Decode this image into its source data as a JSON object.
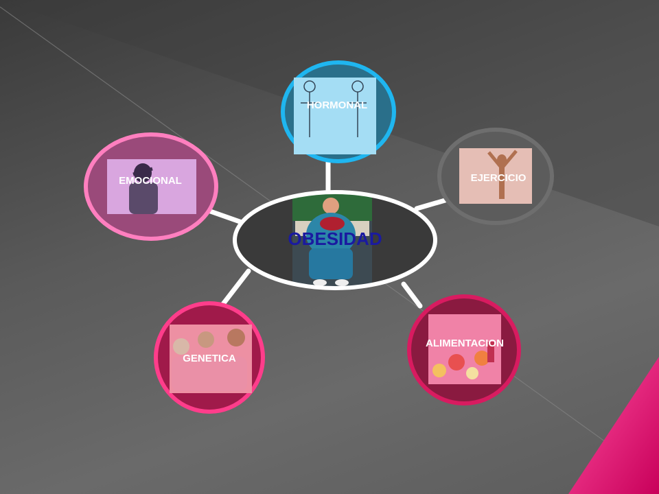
{
  "diagram": {
    "center": {
      "label": "OBESIDAD",
      "label_color": "#1a1aa0",
      "image_icon": "obese-person-photo"
    },
    "nodes": [
      {
        "id": "hormonal",
        "label": "HORMONAL",
        "ring_color": "#1fb6f0",
        "overlay_color": "#6ccaf0",
        "image_icon": "endocrine-glands-anatomy-diagram"
      },
      {
        "id": "ejercicio",
        "label": "EJERCICIO",
        "ring_color": "#6e6e6e",
        "overlay_color": "#f0a08a",
        "image_icon": "stretching-person-photo"
      },
      {
        "id": "alimentacion",
        "label": "ALIMENTACION",
        "ring_color": "#d81b60",
        "overlay_color": "#ec407a",
        "image_icon": "foods-containing-starch-photo"
      },
      {
        "id": "genetica",
        "label": "GENETICA",
        "ring_color": "#ff3d8b",
        "overlay_color": "#f06292",
        "image_icon": "family-photo"
      },
      {
        "id": "emocional",
        "label": "EMOCIONAL",
        "ring_color": "#ff7fbf",
        "overlay_color": "#d48ad8",
        "image_icon": "distressed-person-photo"
      }
    ]
  },
  "colors": {
    "background": "#555555",
    "accent_pink": "#e6006e",
    "center_stroke": "#ffffff"
  }
}
